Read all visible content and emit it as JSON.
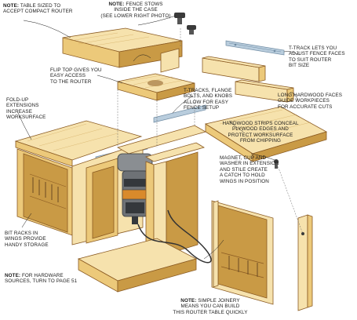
{
  "callouts": {
    "table_size": {
      "prefix": "NOTE:",
      "text": "TABLE SIZED TO\nACCEPT COMPACT ROUTER"
    },
    "fence_stows": {
      "prefix": "NOTE:",
      "text": "FENCE STOWS\nINSIDE THE CASE\n(SEE LOWER RIGHT PHOTO)"
    },
    "t_track_faces": {
      "text": "T-TRACK LETS YOU\nADJUST FENCE FACES\nTO SUIT ROUTER\nBIT SIZE"
    },
    "flip_top": {
      "text": "FLIP TOP GIVES YOU\nEASY ACCESS\nTO THE ROUTER"
    },
    "fold_up": {
      "text": "FOLD-UP\nEXTENSIONS\nINCREASE\nWORKSURFACE"
    },
    "t_tracks_flange": {
      "text": "T-TRACKS, FLANGE\nBOLTS, AND KNOBS\nALLOW FOR EASY\nFENCE SETUP"
    },
    "hardwood_faces": {
      "text": "LONG HARDWOOD FACES\nGUIDE WORKPIECES\nFOR ACCURATE CUTS"
    },
    "hardwood_strips": {
      "text": "HARDWOOD STRIPS CONCEAL\nPLYWOOD EDGES AND\nPROTECT WORKSURFACE\nFROM CHIPPING"
    },
    "magnet": {
      "text": "MAGNET, CUP AND\nWASHER IN EXTENSION\nAND STILE CREATE\nA CATCH TO HOLD\nWINGS IN POSITION"
    },
    "bit_racks": {
      "text": "BIT RACKS IN\nWINGS PROVIDE\nHANDY STORAGE"
    },
    "hardware": {
      "prefix": "NOTE:",
      "text": "FOR HARDWARE\nSOURCES, TURN TO PAGE 51"
    },
    "joinery": {
      "prefix": "NOTE:",
      "text": "SIMPLE JOINERY\nMEANS YOU CAN BUILD\nTHIS ROUTER TABLE QUICKLY"
    }
  },
  "colors": {
    "wood_light": "#f6e2ad",
    "wood_mid": "#ecc97a",
    "wood_dark": "#c99a45",
    "wood_edge": "#8a5a22",
    "metal": "#b9cddd",
    "metal_dark": "#6f8ba3",
    "router_body": "#7a7e82",
    "router_dark": "#34383c",
    "router_label": "#d98a2b",
    "ink": "#1a1a1a"
  }
}
